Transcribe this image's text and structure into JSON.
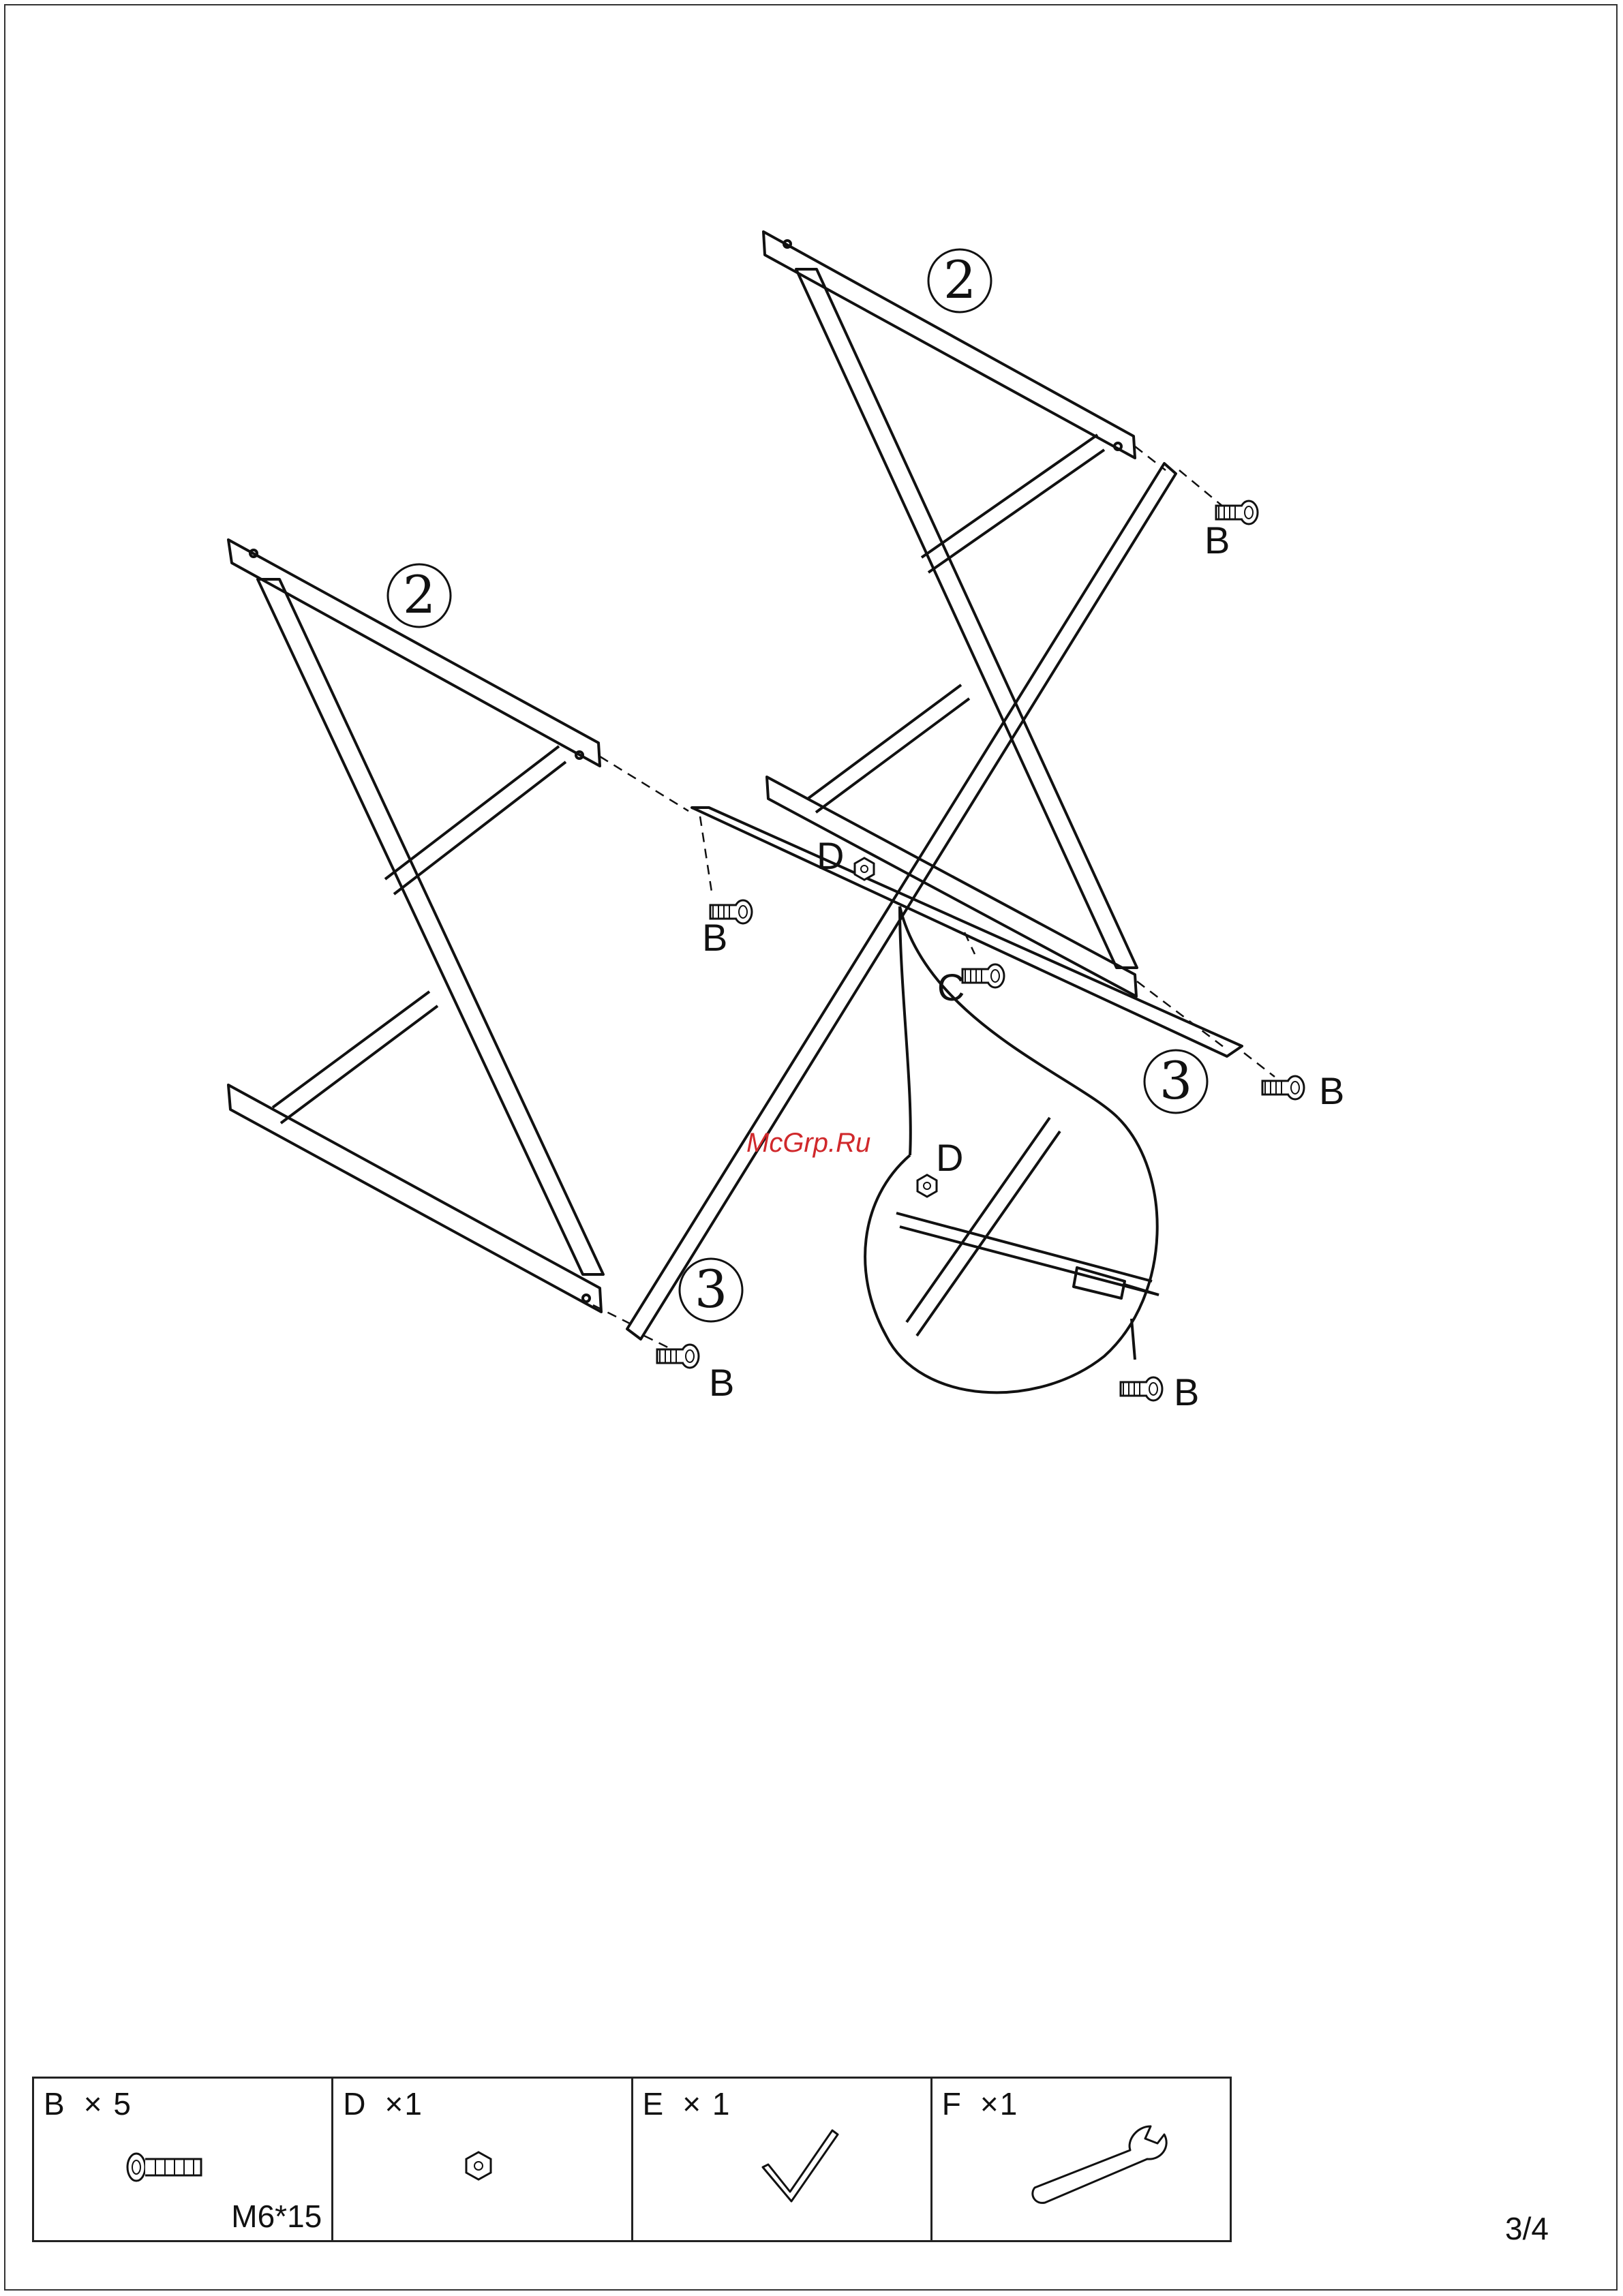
{
  "page": {
    "number": "3/4",
    "watermark": "McGrp.Ru"
  },
  "diagram": {
    "part_numbers": {
      "frame": "2",
      "crossbar": "3"
    },
    "labels": {
      "bolt": "B",
      "nut": "D",
      "connector": "C"
    }
  },
  "parts": [
    {
      "letter": "B",
      "qty": "× 5",
      "spec": "M6*15",
      "icon": "bolt-icon"
    },
    {
      "letter": "D",
      "qty": "×1",
      "spec": "",
      "icon": "hex-nut-icon"
    },
    {
      "letter": "E",
      "qty": "× 1",
      "spec": "",
      "icon": "allen-key-icon"
    },
    {
      "letter": "F",
      "qty": "×1",
      "spec": "",
      "icon": "wrench-icon"
    }
  ]
}
